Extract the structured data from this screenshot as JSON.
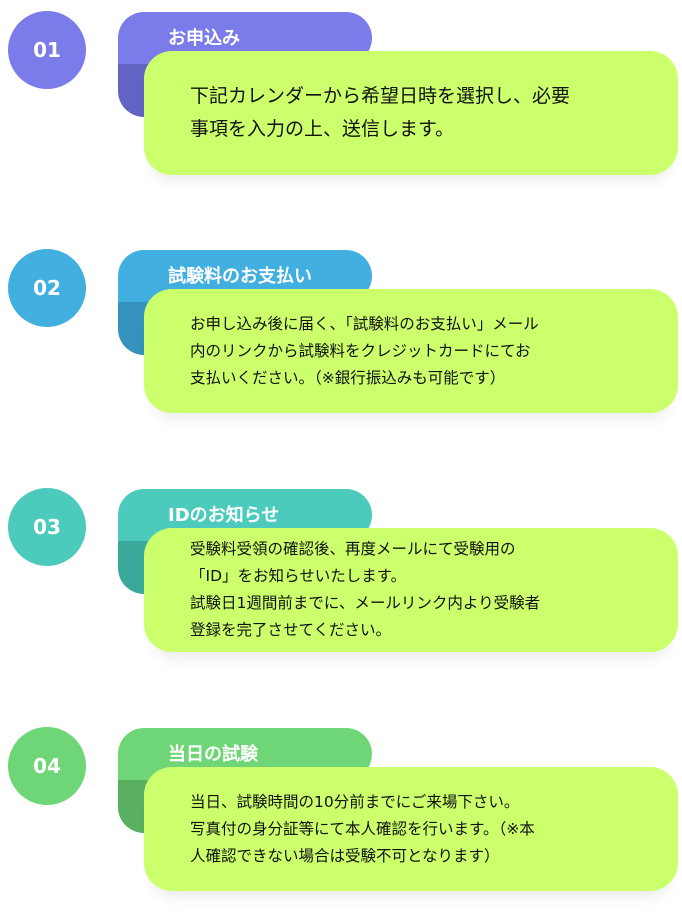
{
  "steps": [
    {
      "number": "01",
      "title": "お申込み",
      "text": "下記カレンダーから希望日時を選択し、必要\n事項を入力の上、送信します。",
      "color": "#7b7bea",
      "dark": "#6363c4"
    },
    {
      "number": "02",
      "title": "試験料のお支払い",
      "text": "お申し込み後に届く、「試験料のお支払い」メール\n内のリンクから試験料をクレジットカードにてお\n支払いください。（※銀行振込みも可能です）",
      "color": "#41b0e0",
      "dark": "#3591bd"
    },
    {
      "number": "03",
      "title": "IDのお知らせ",
      "text": "受験料受領の確認後、再度メールにて受験用の\n「ID」をお知らせいたします。\n試験日1週間前までに、メールリンク内より受験者\n登録を完了させてください。",
      "color": "#4ccbbd",
      "dark": "#3aa89a"
    },
    {
      "number": "04",
      "title": "当日の試験",
      "text": "当日、試験時間の10分前までにご来場下さい。\n写真付の身分証等にて本人確認を行います。（※本\n人確認できない場合は受験不可となります）",
      "color": "#6ed676",
      "dark": "#58b060"
    }
  ]
}
